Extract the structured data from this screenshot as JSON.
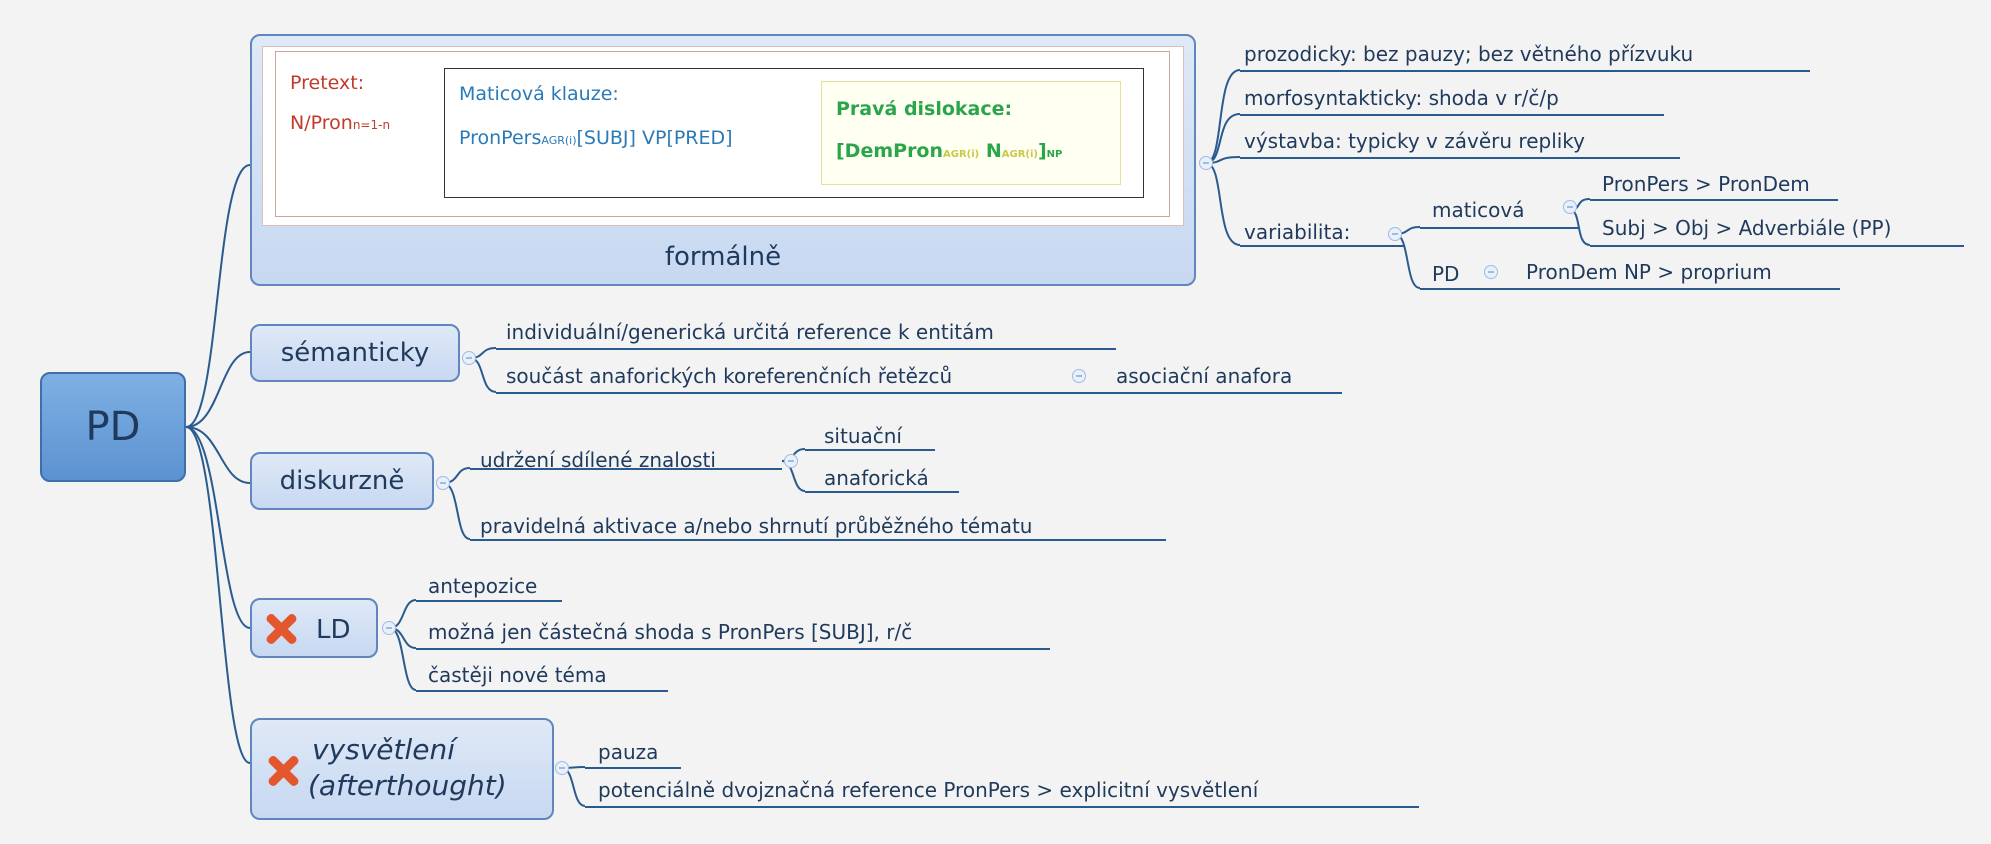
{
  "root": "PD",
  "formalne": {
    "caption": "formálně",
    "pretext_title": "Pretext:",
    "pretext_formula_main": "N/Pron",
    "pretext_formula_sub": "n=1-n",
    "matrix_title": "Maticová klauze:",
    "matrix_formula_main": "PronPers",
    "matrix_formula_sub": "AGR(i)",
    "matrix_formula_rest": "[SUBJ] VP[PRED]",
    "right_title": "Pravá dislokace:",
    "right_formula_a": "[DemPron",
    "right_formula_a_sub": "AGR(i)",
    "right_formula_b": " N",
    "right_formula_b_sub": "AGR(i)",
    "right_formula_c": "]",
    "right_formula_c_sub": "NP",
    "items": [
      "prozodicky: bez pauzy; bez větného přízvuku",
      "morfosyntakticky: shoda v r/č/p",
      "výstavba: typicky v závěru repliky"
    ],
    "variabilita": "variabilita:",
    "maticova": "maticová",
    "maticova_items": [
      "PronPers > PronDem",
      "Subj > Obj > Adverbiále (PP)"
    ],
    "pd": "PD",
    "pd_item": "PronDem NP > proprium"
  },
  "semanticky": {
    "label": "sémanticky",
    "items": [
      "individuální/generická určitá reference k entitám",
      "součást anaforických koreferenčních řetězců"
    ],
    "sub": "asociační anafora"
  },
  "diskurzne": {
    "label": "diskurzně",
    "item1": "udržení sdílené znalosti",
    "item1_children": [
      "situační",
      "anaforická"
    ],
    "item2": "pravidelná aktivace a/nebo shrnutí průběžného tématu"
  },
  "ld": {
    "label": "LD",
    "items": [
      "antepozice",
      "možná jen částečná shoda s PronPers [SUBJ], r/č",
      "častěji nové téma"
    ]
  },
  "vysvetleni": {
    "label_line1": "vysvětlení",
    "label_line2": "(afterthought)",
    "items": [
      "pauza",
      "potenciálně dvojznačná reference PronPers > explicitní vysvětlení"
    ]
  }
}
